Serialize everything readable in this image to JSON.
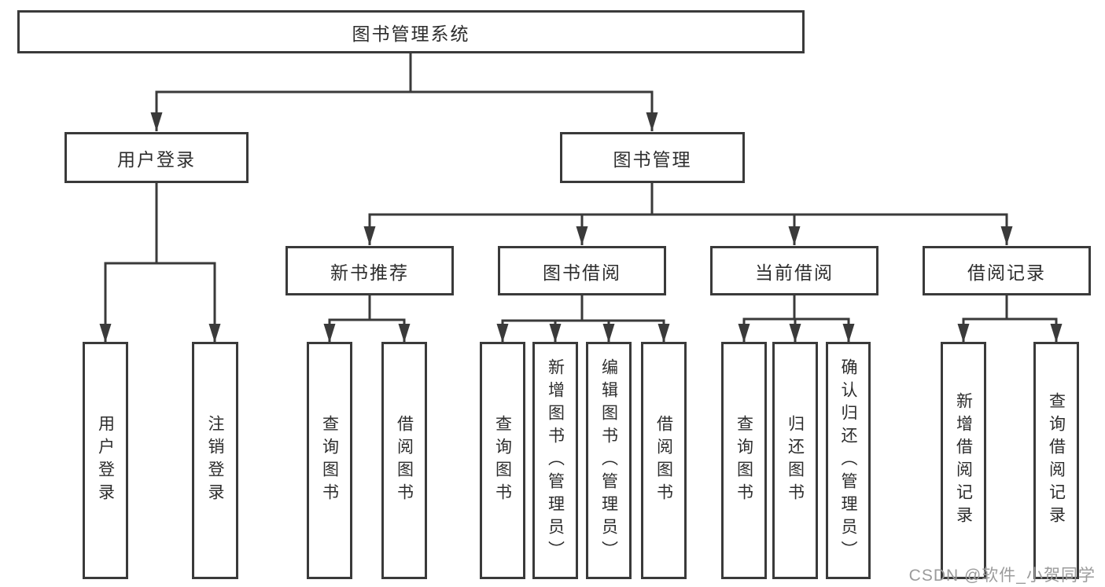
{
  "diagram": {
    "type": "hierarchy-tree",
    "title": "图书管理系统",
    "colors": {
      "line": "#3a3a3a",
      "box_border": "#3a3a3a",
      "box_fill": "#ffffff",
      "text": "#2d2d2d",
      "watermark": "#9b9b9b",
      "background": "#ffffff"
    },
    "nodes": {
      "root": {
        "label": "图书管理系统"
      },
      "level1": [
        {
          "label": "用户登录",
          "parent": "图书管理系统"
        },
        {
          "label": "图书管理",
          "parent": "图书管理系统"
        }
      ],
      "level2": [
        {
          "label": "新书推荐",
          "parent": "图书管理"
        },
        {
          "label": "图书借阅",
          "parent": "图书管理"
        },
        {
          "label": "当前借阅",
          "parent": "图书管理"
        },
        {
          "label": "借阅记录",
          "parent": "图书管理"
        }
      ],
      "leaves": [
        {
          "label": "用户登录",
          "parent": "用户登录"
        },
        {
          "label": "注销登录",
          "parent": "用户登录"
        },
        {
          "label": "查询图书",
          "parent": "新书推荐"
        },
        {
          "label": "借阅图书",
          "parent": "新书推荐"
        },
        {
          "label": "查询图书",
          "parent": "图书借阅"
        },
        {
          "label": "新增图书（管理员）",
          "parent": "图书借阅"
        },
        {
          "label": "编辑图书（管理员）",
          "parent": "图书借阅"
        },
        {
          "label": "借阅图书",
          "parent": "图书借阅"
        },
        {
          "label": "查询图书",
          "parent": "当前借阅"
        },
        {
          "label": "归还图书",
          "parent": "当前借阅"
        },
        {
          "label": "确认归还（管理员）",
          "parent": "当前借阅"
        },
        {
          "label": "新增借阅记录",
          "parent": "借阅记录"
        },
        {
          "label": "查询借阅记录",
          "parent": "借阅记录"
        }
      ]
    },
    "watermark": "CSDN @软件_小贺同学"
  }
}
